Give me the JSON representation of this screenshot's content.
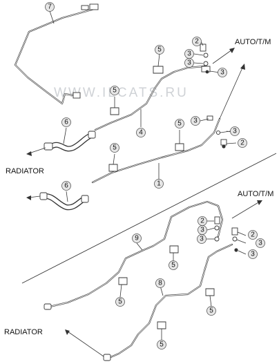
{
  "labels": {
    "auto_top": "AUTO/T/M",
    "auto_bottom": "AUTO/T/M",
    "radiator_top": "RADIATOR",
    "radiator_bottom": "RADIATOR"
  },
  "watermark": "WWW.ILCATS.RU",
  "callouts": [
    "7",
    "5",
    "2",
    "3",
    "3",
    "3",
    "5",
    "4",
    "6",
    "5",
    "3",
    "3",
    "2",
    "5",
    "5",
    "6",
    "1",
    "2",
    "3",
    "3",
    "2",
    "3",
    "3",
    "9",
    "5",
    "8",
    "5",
    "5",
    "5"
  ],
  "colors": {
    "line": "#333333",
    "bubble": "#e6e6e6",
    "watermark": "#cfd2d6"
  }
}
